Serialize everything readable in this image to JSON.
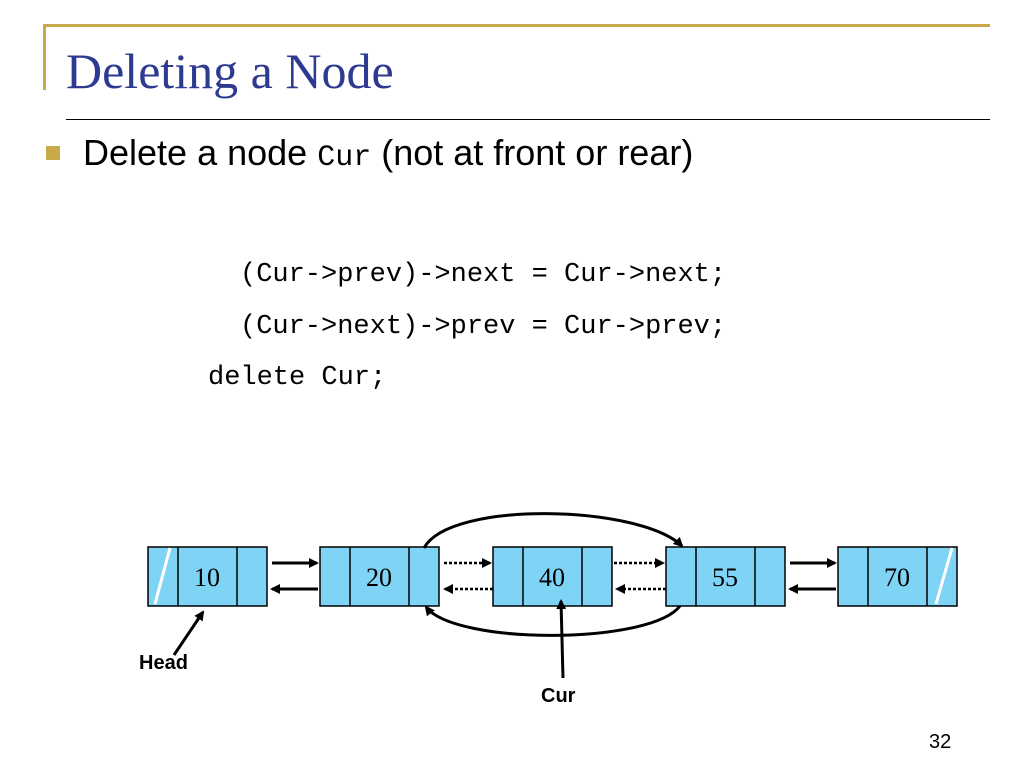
{
  "slide": {
    "title": "Deleting a Node",
    "bullet": {
      "prefix": "Delete a node ",
      "code": "Cur",
      "suffix": " (not at front or rear)"
    },
    "code_lines": [
      "(Cur->prev)->next = Cur->next;",
      "(Cur->next)->prev = Cur->prev;",
      "delete Cur;"
    ],
    "page_number": "32",
    "accent_color": "#c9a94a",
    "title_color": "#2e3a91",
    "node_fill": "#7fd4f5"
  },
  "diagram": {
    "nodes": [
      {
        "value": "10",
        "null_prev": true,
        "null_next": false
      },
      {
        "value": "20",
        "null_prev": false,
        "null_next": false
      },
      {
        "value": "40",
        "null_prev": false,
        "null_next": false
      },
      {
        "value": "55",
        "null_prev": false,
        "null_next": false
      },
      {
        "value": "70",
        "null_prev": false,
        "null_next": true
      }
    ],
    "labels": {
      "head": "Head",
      "cur": "Cur"
    }
  }
}
